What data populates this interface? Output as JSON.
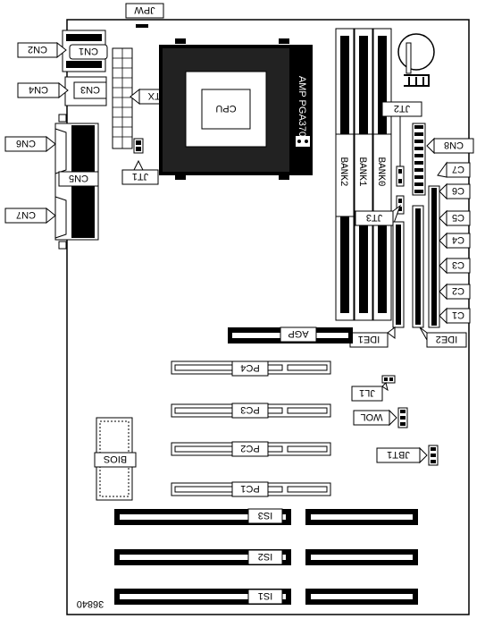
{
  "diagram_id": "36840",
  "labels": {
    "jpw": "JPW",
    "cn1": "CN1",
    "cn2": "CN2",
    "cn3": "CN3",
    "cn4": "CN4",
    "cn5": "CN5",
    "cn6": "CN6",
    "cn7": "CN7",
    "cn8": "CN8",
    "atx": "ATX",
    "cpu": "CPU",
    "socket": "AMP PGA370",
    "jt1": "JT1",
    "jt2": "JT2",
    "jt3": "JT3",
    "bank0": "BANK0",
    "bank1": "BANK1",
    "bank2": "BANK2",
    "c1": "C1",
    "c2": "C2",
    "c3": "C3",
    "c4": "C4",
    "c5": "C5",
    "c6": "C6",
    "c7": "C7",
    "ide1": "IDE1",
    "ide2": "IDE2",
    "agp": "AGP",
    "pc1": "PC1",
    "pc2": "PC2",
    "pc3": "PC3",
    "pc4": "PC4",
    "jl1": "JL1",
    "wol": "WOL",
    "jbt1": "JBT1",
    "bios": "BIOS",
    "is1": "IS1",
    "is2": "IS2",
    "is3": "IS3"
  }
}
